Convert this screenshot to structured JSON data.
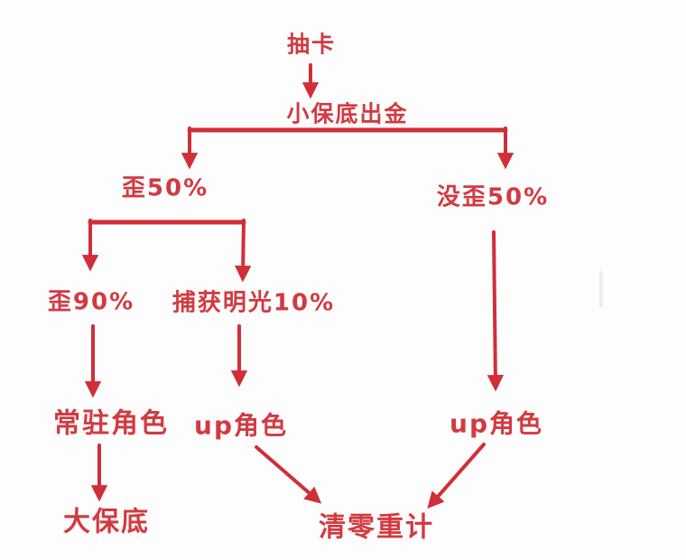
{
  "diagram": {
    "accent_color": "#d23a41",
    "background_color": "#fdfdfd",
    "style": "hand-drawn red marker flowchart",
    "nodes": {
      "draw": {
        "label": "抽卡"
      },
      "small_pity": {
        "label": "小保底出金"
      },
      "lose_5050": {
        "label": "歪50%"
      },
      "win_5050": {
        "label": "没歪50%"
      },
      "lose_90": {
        "label": "歪90%"
      },
      "capture_radiance": {
        "label": "捕获明光10%"
      },
      "standard_character": {
        "label": "常驻角色"
      },
      "up_character_mid": {
        "label": "up角色"
      },
      "up_character_right": {
        "label": "up角色"
      },
      "big_pity": {
        "label": "大保底"
      },
      "reset_counter": {
        "label": "清零重计"
      }
    },
    "edges": [
      {
        "from": "draw",
        "to": "small_pity"
      },
      {
        "from": "small_pity",
        "to": "lose_5050"
      },
      {
        "from": "small_pity",
        "to": "win_5050"
      },
      {
        "from": "lose_5050",
        "to": "lose_90"
      },
      {
        "from": "lose_5050",
        "to": "capture_radiance"
      },
      {
        "from": "lose_90",
        "to": "standard_character"
      },
      {
        "from": "capture_radiance",
        "to": "up_character_mid"
      },
      {
        "from": "win_5050",
        "to": "up_character_right"
      },
      {
        "from": "standard_character",
        "to": "big_pity"
      },
      {
        "from": "up_character_mid",
        "to": "reset_counter"
      },
      {
        "from": "up_character_right",
        "to": "reset_counter"
      }
    ]
  }
}
